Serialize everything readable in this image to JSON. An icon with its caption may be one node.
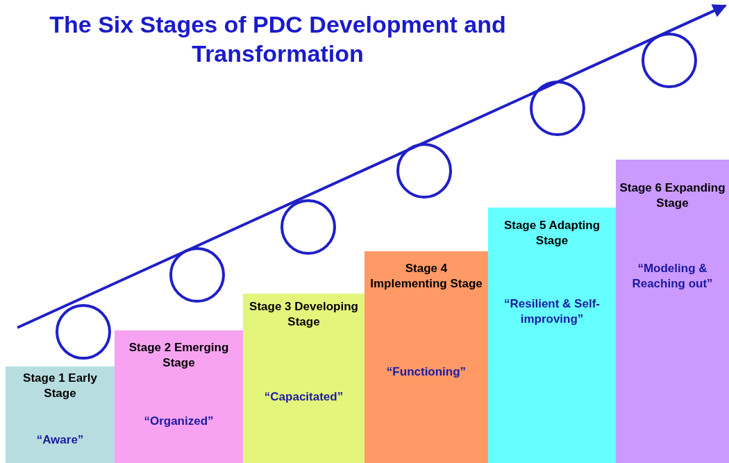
{
  "diagram": {
    "title": "The Six Stages of PDC Development and Transformation",
    "nodes": [
      {
        "text": [
          "Stage 1 Early Stage",
          "“Aware”"
        ]
      },
      {
        "text": [
          "Stage 2 Emerging Stage",
          "“Organized”"
        ]
      },
      {
        "text": [
          "Stage 3 Developing Stage",
          "“Capacitated”"
        ]
      },
      {
        "text": [
          "Stage 4 Implementing Stage",
          "“Functioning”"
        ]
      },
      {
        "text": [
          "Stage 5 Adapting Stage",
          "“Resilient & Self-improving”"
        ]
      },
      {
        "text": [
          "Stage 6 Expanding Stage",
          "“Modeling & Reaching out”"
        ]
      },
      {
        "text": [],
        "shape": "circle"
      },
      {
        "text": [],
        "shape": "circle"
      },
      {
        "text": [],
        "shape": "circle"
      },
      {
        "text": [],
        "shape": "circle"
      },
      {
        "text": [],
        "shape": "circle"
      },
      {
        "text": [],
        "shape": "circle"
      }
    ]
  }
}
